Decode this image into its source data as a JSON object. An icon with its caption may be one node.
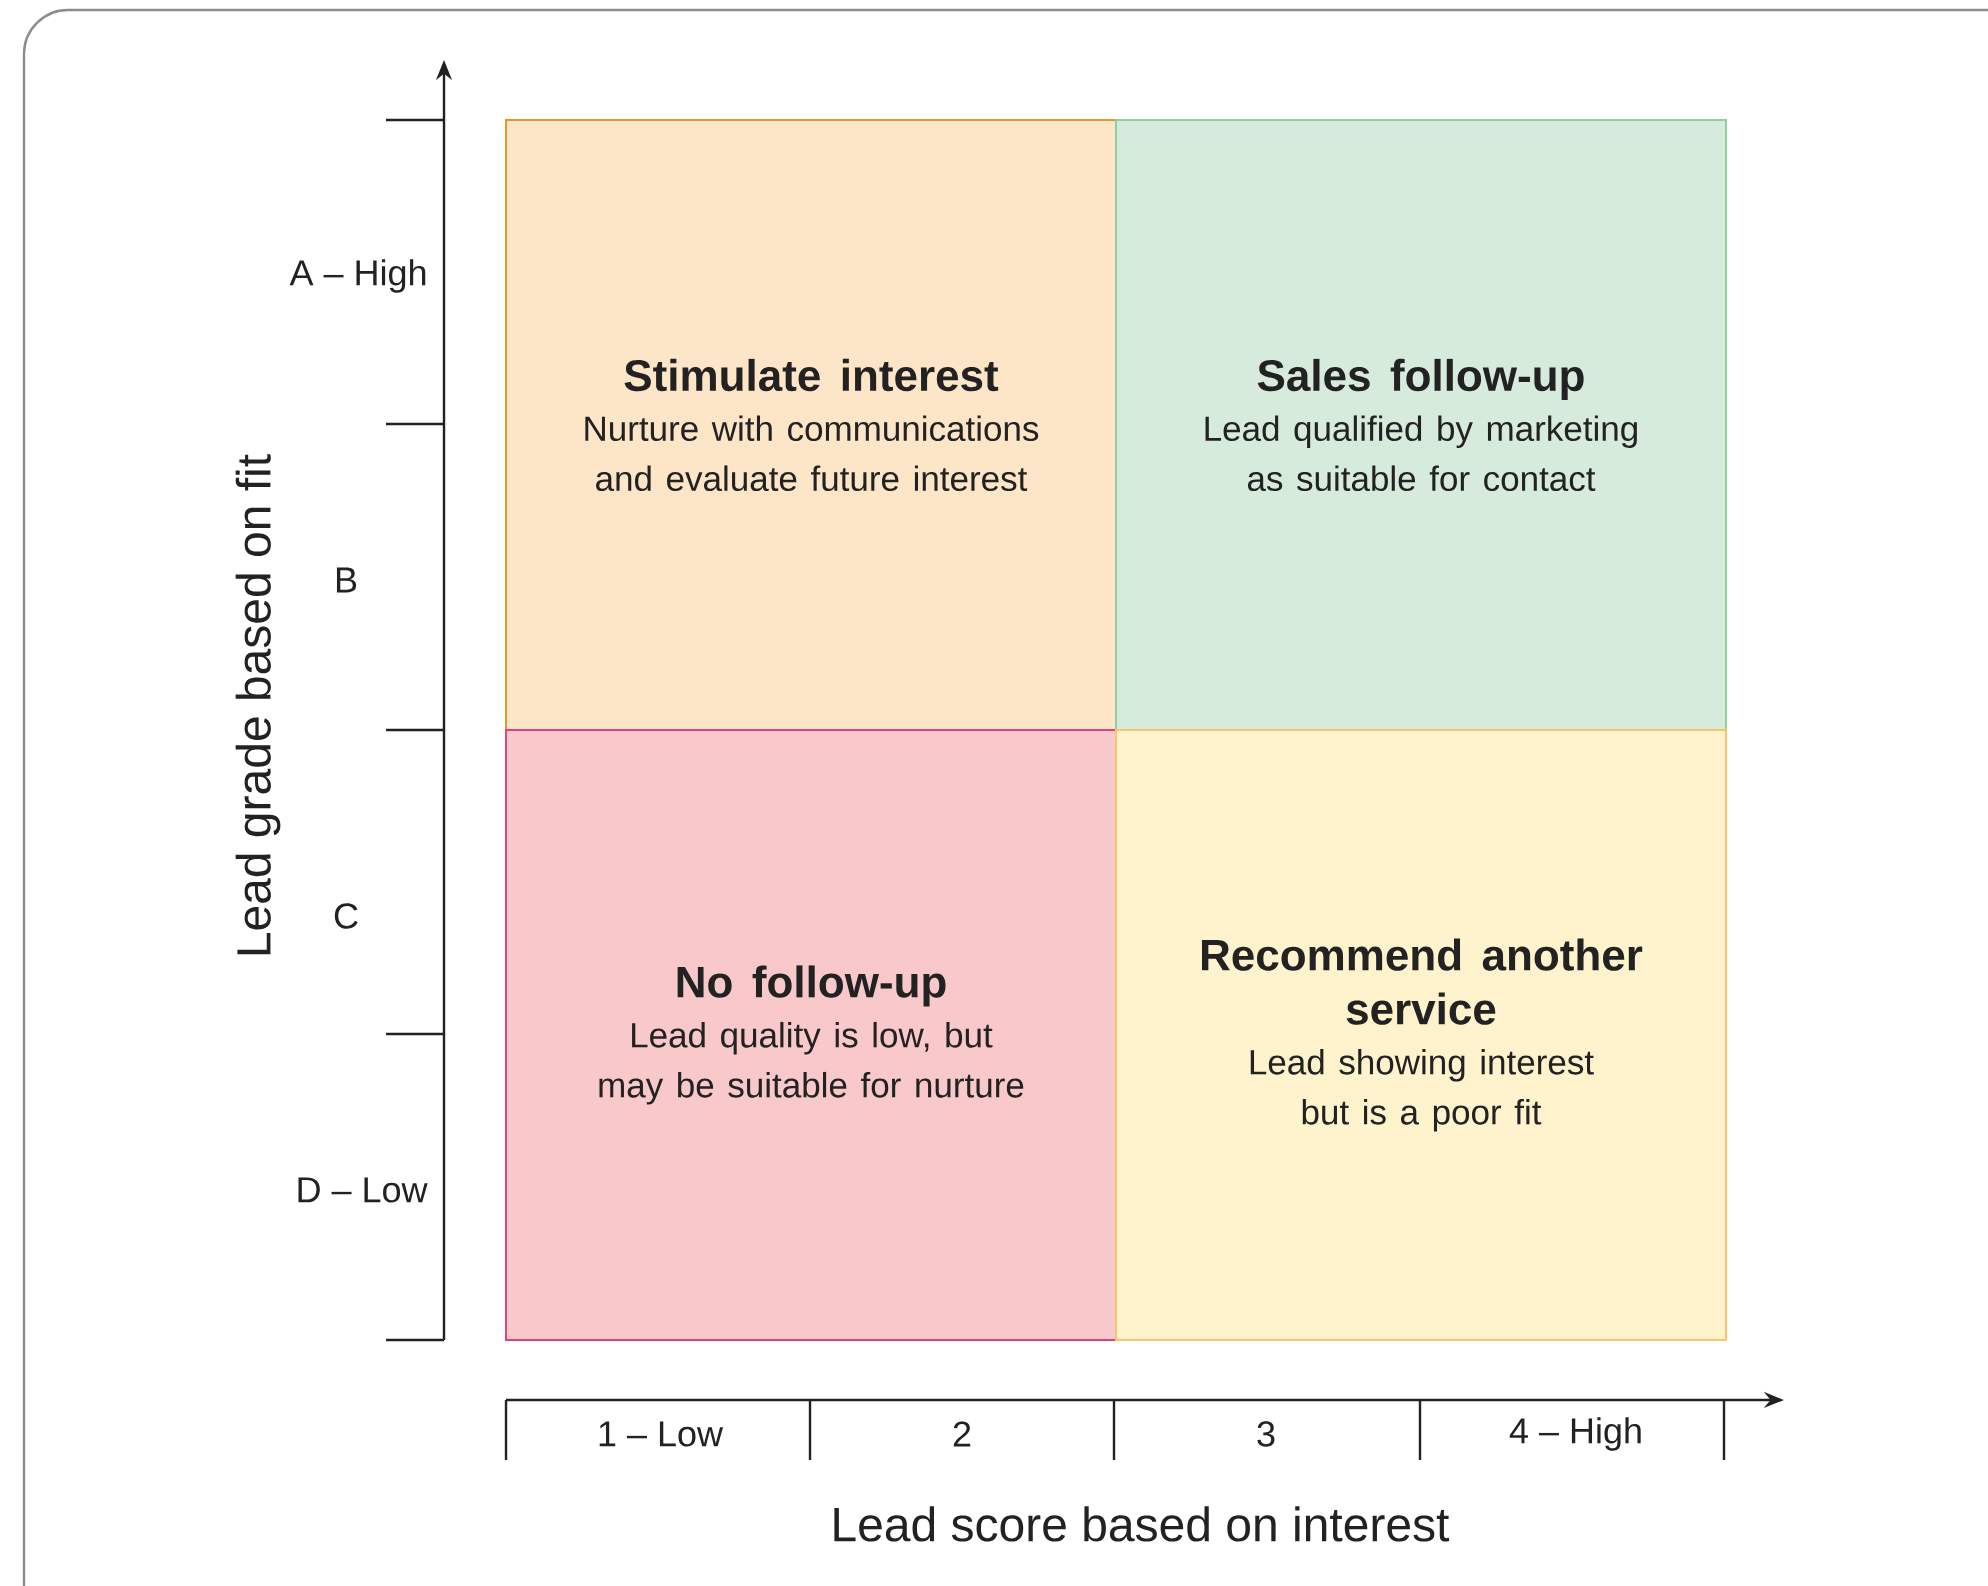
{
  "diagram": {
    "nodes": [
      {
        "text": [
          "Stimulate interest",
          "Nurture with communications and evaluate future interest"
        ]
      },
      {
        "text": [
          "Sales follow-up",
          "Lead qualified by marketing as suitable for contact"
        ]
      },
      {
        "text": [
          "No follow-up",
          "Lead quality is low, but may be suitable for nurture"
        ]
      },
      {
        "text": [
          "Recommend another service",
          "Lead showing interest but is a poor fit"
        ]
      }
    ],
    "labels": [
      "A – High",
      "B",
      "C",
      "D – Low",
      "Lead grade based on fit",
      "1 – Low",
      "2",
      "3",
      "4 – High",
      "Lead score based on interest"
    ]
  }
}
